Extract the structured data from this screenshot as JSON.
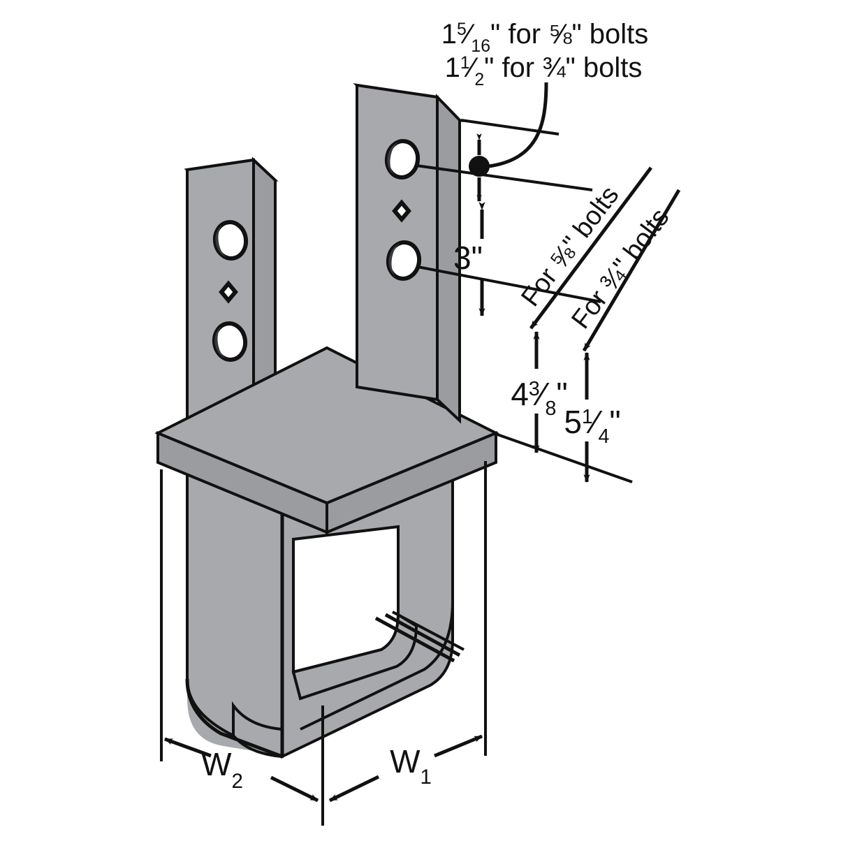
{
  "diagram": {
    "title": "Column cap / post base bracket isometric dimension drawing",
    "product_type": "U-shaped steel column cap bracket",
    "colors": {
      "face": "#a8a9ad",
      "top_edge": "#bcbdc1",
      "side_edge": "#9b9ca0",
      "outline": "#111111",
      "background": "#ffffff",
      "text": "#111111"
    }
  },
  "callouts": {
    "top_note_line1": "1⁵⁄₁₆\" for ⅝\" bolts",
    "top_note_line2": "1½\" for ¾\" bolts",
    "top_note_line1_parts": {
      "whole": "1",
      "numerator": "5",
      "denominator": "16",
      "unit": "\"",
      "mid": " for ",
      "bolt_frac": "⅝",
      "bolt_unit": "\"",
      "tail": " bolts"
    },
    "top_note_line2_parts": {
      "whole": "1",
      "numerator": "1",
      "denominator": "2",
      "unit": "\"",
      "mid": " for ",
      "bolt_frac": "¾",
      "bolt_unit": "\"",
      "tail": " bolts"
    }
  },
  "dimensions": {
    "bolt_spacing": "3\"",
    "bolt_spacing_value": 3,
    "edge_distance_58": "4³⁄₈\"",
    "edge_distance_58_parts": {
      "whole": "4",
      "numerator": "3",
      "denominator": "8",
      "unit": "\""
    },
    "edge_distance_58_value": 4.375,
    "edge_distance_34": "5¼\"",
    "edge_distance_34_parts": {
      "whole": "5",
      "numerator": "1",
      "denominator": "4",
      "unit": "\""
    },
    "edge_distance_34_value": 5.25,
    "width_1": "W",
    "width_1_sub": "1",
    "width_2": "W",
    "width_2_sub": "2"
  },
  "diagonal_labels": {
    "for_58_prefix": "For ",
    "for_58_frac": "⅝",
    "for_58_suffix": "\" bolts",
    "for_58_full": "For ⅝\" bolts",
    "for_34_prefix": "For ",
    "for_34_frac": "¾",
    "for_34_suffix": "\" bolts",
    "for_34_full": "For ¾\" bolts"
  },
  "features": {
    "bolt_hole_label": "bolt-hole",
    "nail_slot_label": "diamond-nail-slot",
    "left_flange_label": "left-flange",
    "right_flange_label": "right-flange",
    "seat_plate_label": "seat-plate",
    "saddle_label": "u-saddle",
    "bolt_hole_count_per_flange": 2,
    "nail_slot_count_per_flange": 1
  }
}
